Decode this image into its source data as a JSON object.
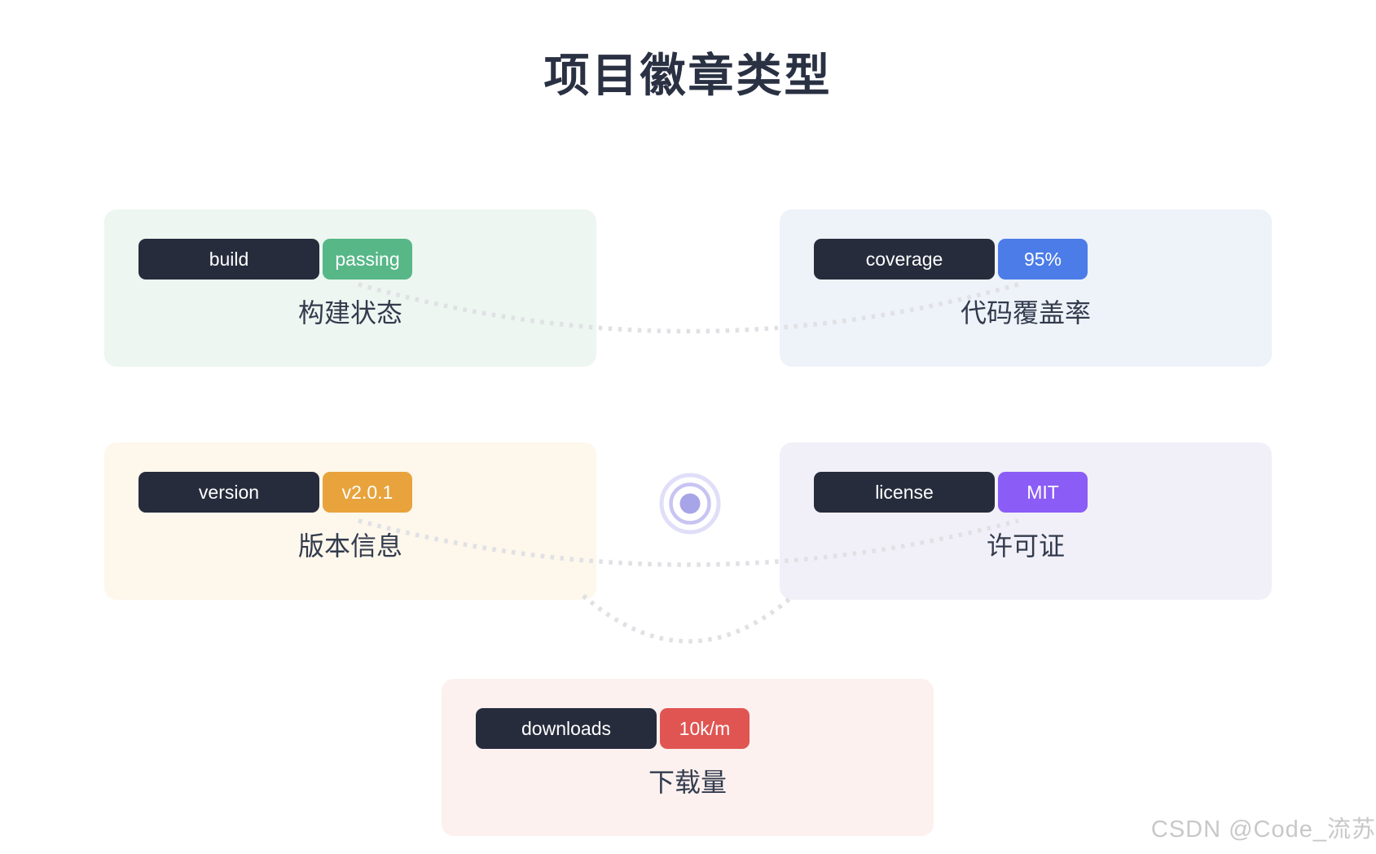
{
  "page": {
    "title": "项目徽章类型",
    "background": "#ffffff",
    "title_color": "#2a3143",
    "caption_color": "#333b4d"
  },
  "badges": [
    {
      "id": "build",
      "key": "build",
      "value": "passing",
      "key_color": "#262c3c",
      "value_color": "#57b787",
      "card_bg": "#edf6f1",
      "caption": "构建状态"
    },
    {
      "id": "coverage",
      "key": "coverage",
      "value": "95%",
      "key_color": "#262c3c",
      "value_color": "#4c7ce8",
      "card_bg": "#eef2f9",
      "caption": "代码覆盖率"
    },
    {
      "id": "version",
      "key": "version",
      "value": "v2.0.1",
      "key_color": "#262c3c",
      "value_color": "#e8a33c",
      "card_bg": "#fdf7ec",
      "caption": "版本信息"
    },
    {
      "id": "license",
      "key": "license",
      "value": "MIT",
      "key_color": "#262c3c",
      "value_color": "#8b5cf6",
      "card_bg": "#f1f0f8",
      "caption": "许可证"
    },
    {
      "id": "downloads",
      "key": "downloads",
      "value": "10k/m",
      "key_color": "#262c3c",
      "value_color": "#e05552",
      "card_bg": "#fcf1ef",
      "caption": "下载量"
    }
  ],
  "decorations": {
    "hub_icon": "concentric-circles",
    "hub_colors": {
      "outer": "#e0def8",
      "middle": "#c8c4f2",
      "dot": "#a8a4e8"
    },
    "connector_color": "#e0e1e4"
  },
  "watermark": {
    "text": "CSDN @Code_流苏",
    "color": "#c8c8c8"
  }
}
